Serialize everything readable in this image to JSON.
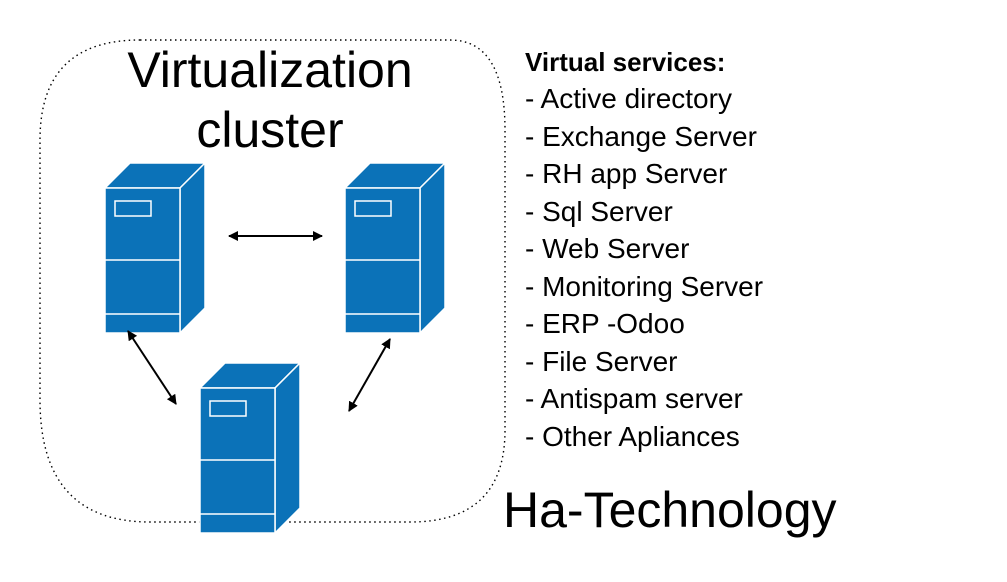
{
  "cluster": {
    "title_line1": "Virtualization",
    "title_line2": "cluster"
  },
  "colors": {
    "server_fill": "#0b72b8",
    "server_stroke": "#ffffff",
    "boundary": "#000000",
    "arrow": "#000000"
  },
  "services": {
    "heading": "Virtual services:",
    "items": [
      "- Active directory",
      "- Exchange Server",
      "- RH app Server",
      "- Sql Server",
      "- Web Server",
      "- Monitoring Server",
      "- ERP -Odoo",
      "- File Server",
      "- Antispam server",
      "- Other Apliances"
    ]
  },
  "brand": "Ha-Technology"
}
